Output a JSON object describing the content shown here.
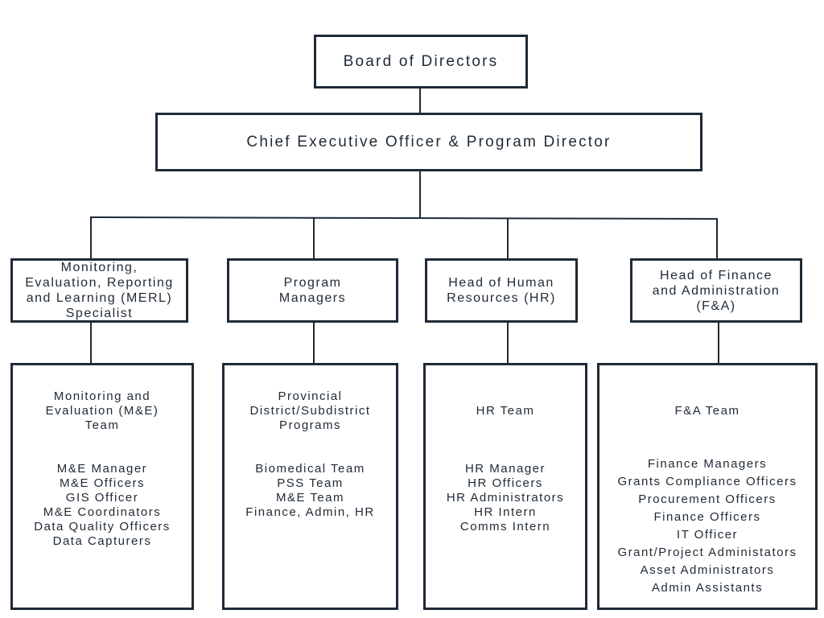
{
  "board": {
    "label": "Board of Directors"
  },
  "ceo": {
    "label": "Chief Executive Officer & Program Director"
  },
  "heads": [
    {
      "label": "Monitoring,\nEvaluation, Reporting\nand Learning (MERL)\nSpecialist"
    },
    {
      "label": "Program\nManagers"
    },
    {
      "label": "Head of Human\nResources (HR)"
    },
    {
      "label": "Head of Finance\nand Administration\n(F&A)"
    }
  ],
  "teams": [
    {
      "title": "Monitoring and\nEvaluation (M&E)\nTeam",
      "items": [
        "M&E Manager",
        "M&E Officers",
        "GIS Officer",
        "M&E Coordinators",
        "Data Quality Officers",
        "Data Capturers"
      ]
    },
    {
      "title": "Provincial\nDistrict/Subdistrict\nPrograms",
      "items": [
        "Biomedical Team",
        "PSS Team",
        "M&E Team",
        "Finance, Admin, HR"
      ]
    },
    {
      "title": "HR Team",
      "items": [
        "HR Manager",
        "HR Officers",
        "HR Administrators",
        "HR Intern",
        "Comms Intern"
      ]
    },
    {
      "title": "F&A Team",
      "items": [
        "Finance Managers",
        "Grants Compliance Officers",
        "Procurement Officers",
        "Finance Officers",
        "IT Officer",
        "Grant/Project Administators",
        "Asset Administrators",
        "Admin Assistants"
      ]
    }
  ]
}
